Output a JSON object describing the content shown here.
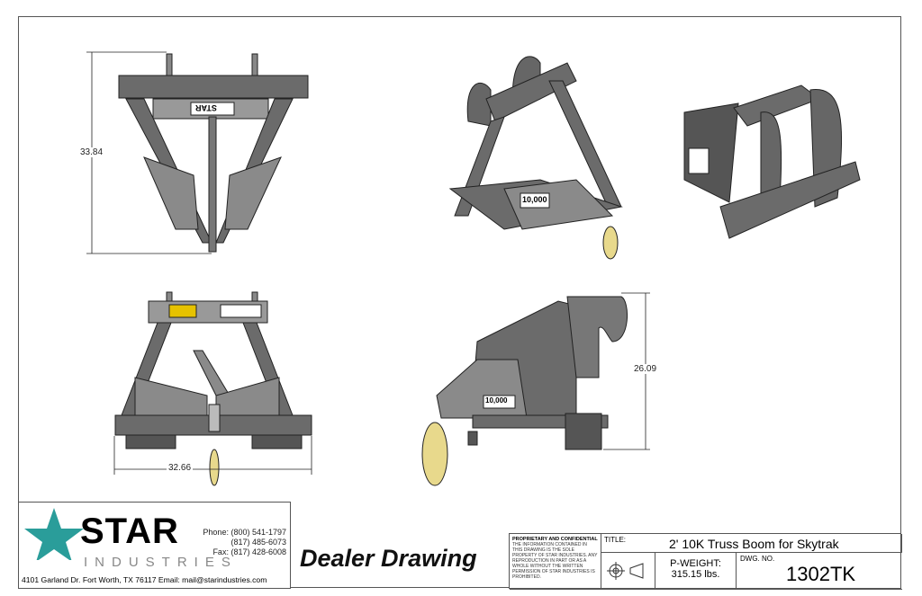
{
  "drawing": {
    "dimensions": {
      "height_front": "33.84",
      "width_front": "32.66",
      "height_side": "26.09"
    },
    "capacity_decal": "10,000",
    "product_decal": "STAR"
  },
  "company": {
    "name": "STAR",
    "subtitle": "INDUSTRIES",
    "phone": "Phone: (800) 541-1797",
    "phone2": "(817) 485-6073",
    "fax": "Fax: (817) 428-6008",
    "address": "4101 Garland Dr. Fort Worth, TX 76117  Email: mail@starindustries.com",
    "brand_color": "#2a9d9a"
  },
  "dealer_label": "Dealer Drawing",
  "title_block": {
    "proprietary_heading": "PROPRIETARY AND CONFIDENTIAL",
    "proprietary_text": "THE INFORMATION CONTAINED IN THIS DRAWING IS THE SOLE PROPERTY OF STAR INDUSTRIES. ANY REPRODUCTION IN PART OR AS A WHOLE WITHOUT THE WRITTEN PERMISSION OF STAR INDUSTRIES IS PROHIBITED.",
    "title_label": "TITLE:",
    "title": "2' 10K Truss Boom for Skytrak",
    "weight_label": "P-WEIGHT:",
    "weight": "315.15 lbs.",
    "dwg_label": "DWG.  NO.",
    "dwg_no": "1302TK"
  }
}
